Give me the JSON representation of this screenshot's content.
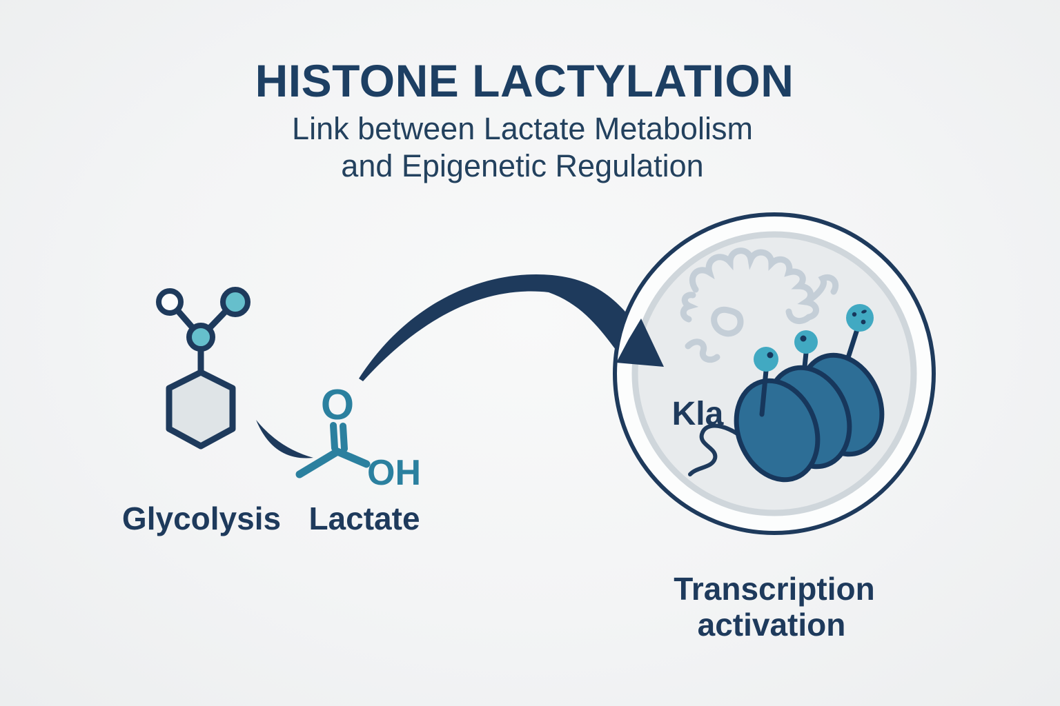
{
  "title": "HISTONE LACTYLATION",
  "subtitle": {
    "line1": "Link between Lactate Metabolism",
    "line2": "and Epigenetic Regulation"
  },
  "glycolysis": {
    "label": "Glycolysis"
  },
  "lactate": {
    "label": "Lactate",
    "atom_o": "O",
    "atom_oh": "OH"
  },
  "cell": {
    "kla_label": "Kla",
    "caption_line1": "Transcription",
    "caption_line2": "activation"
  },
  "icons": {
    "glycolysis-molecule-icon": "hexagon-ring-with-three-atom-circles",
    "reaction-swoosh-icon": "crescent-curve",
    "lactate-structure-icon": "carboxylic-acid-skeletal-formula",
    "curved-arrow-icon": "tapered-arc-arrow",
    "cell-nucleus-icon": "double-circle-nucleus",
    "chromatin-icon": "squiggle-strands",
    "nucleosome-icon": "three-stacked-histone-discs",
    "lactyl-mark-icon": "pin-with-teal-head"
  },
  "colors": {
    "background": "#f4f5f6",
    "navy": "#1e3a5c",
    "title_navy": "#1d3f63",
    "lactate_teal": "#2b809f",
    "molecule_teal": "#66bfcc",
    "lactyl_mark_teal": "#41a9c2",
    "histone_blue": "#2d6e96",
    "chromatin_gray": "#c4ced7",
    "nucleus_fill": "#e8ebed",
    "nucleus_border": "#cfd6db",
    "hexagon_fill": "#dfe4e7"
  }
}
